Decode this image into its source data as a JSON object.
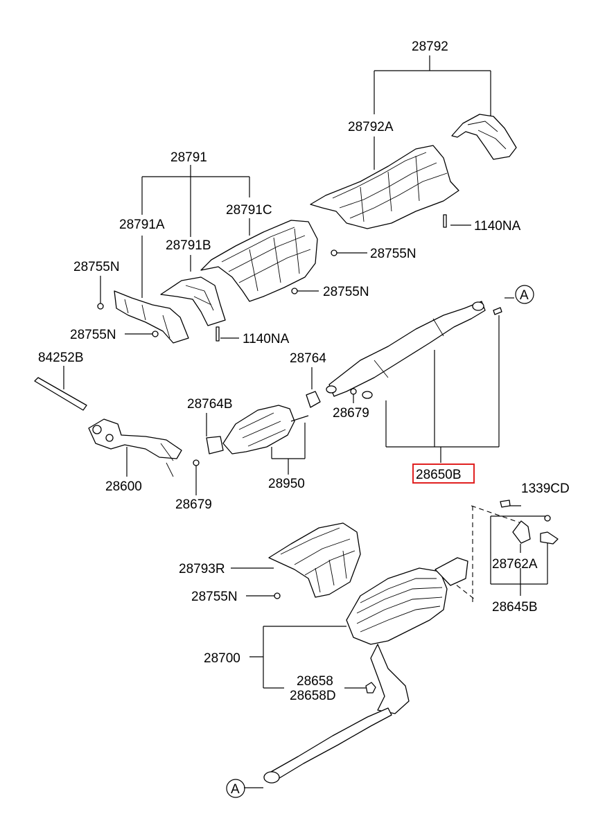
{
  "diagram": {
    "labels": {
      "p28792": "28792",
      "p28792A": "28792A",
      "p1140NA_top": "1140NA",
      "p28755N_mid": "28755N",
      "p28791": "28791",
      "p28791C": "28791C",
      "p28791A": "28791A",
      "p28791B": "28791B",
      "p28755N_left": "28755N",
      "p28755N_lower": "28755N",
      "p28755N_right": "28755N",
      "p1140NA_mid": "1140NA",
      "p84252B": "84252B",
      "p28764": "28764",
      "p28764B": "28764B",
      "p28679_right": "28679",
      "p28600": "28600",
      "p28950": "28950",
      "p28679_left": "28679",
      "p28650B": "28650B",
      "p1339CD": "1339CD",
      "p28762A": "28762A",
      "p28645B": "28645B",
      "p28793R": "28793R",
      "p28755N_bottom": "28755N",
      "p28700": "28700",
      "p28658": "28658",
      "p28658D": "28658D",
      "markerA_top": "A",
      "markerA_bottom": "A"
    },
    "highlighted_part": "28650B",
    "highlight_color": "#e02020"
  }
}
